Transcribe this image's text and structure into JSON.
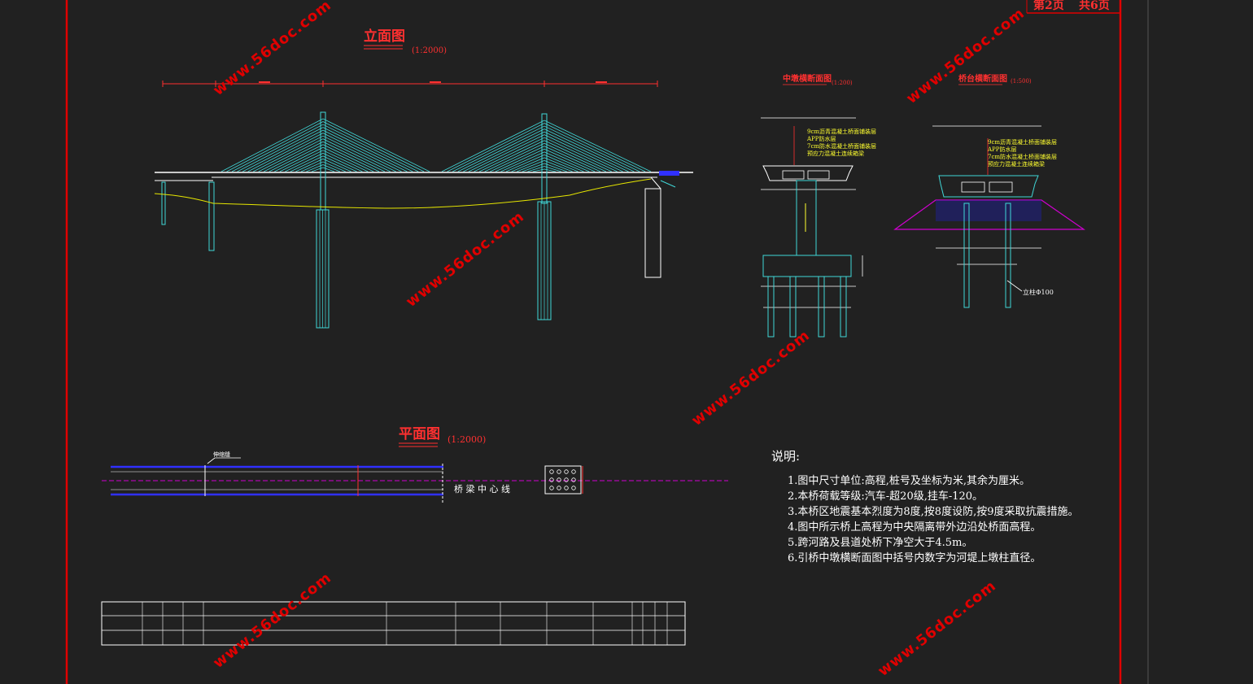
{
  "sheet": {
    "page_label": "第2页",
    "total_label": "共6页",
    "colors": {
      "background": "#212121",
      "frame": "#e00000",
      "cable": "#40d8d8",
      "deck": "#ffffff",
      "ground": "#e8e800",
      "plan_edge": "#3030ff",
      "centerline": "#d000d0",
      "label_red": "#ff3030",
      "note_yellow": "#ffff30"
    }
  },
  "elevation": {
    "title": "立面图",
    "scale": "(1:2000)"
  },
  "cross_section_mid": {
    "title": "中墩横断面图",
    "scale": "(1:200)",
    "layers": [
      "9cm沥青混凝土桥面铺装层",
      "APP防水层",
      "7cm防水混凝土桥面铺装层",
      "预应力混凝土连续箱梁"
    ]
  },
  "cross_section_abutment": {
    "title": "桥台横断面图",
    "scale": "(1:500)",
    "layers": [
      "9cm沥青混凝土桥面铺装层",
      "APP防水层",
      "7cm防水混凝土桥面铺装层",
      "预应力混凝土连续箱梁"
    ],
    "pile_label": "立柱Φ100"
  },
  "plan": {
    "title": "平面图",
    "scale": "(1:2000)",
    "centerline_label": "桥 梁 中 心 线",
    "small_label": "伸缩缝"
  },
  "notes": {
    "title": "说明:",
    "items": [
      "1.图中尺寸单位:高程,桩号及坐标为米,其余为厘米。",
      "2.本桥荷载等级:汽车-超20级,挂车-120。",
      "3.本桥区地震基本烈度为8度,按8度设防,按9度采取抗震措施。",
      "4.图中所示桥上高程为中央隔离带外边沿处桥面高程。",
      "5.跨河路及县道处桥下净空大于4.5m。",
      "6.引桥中墩横断面图中括号内数字为河堤上墩柱直径。"
    ]
  },
  "watermark": {
    "text": "www.56doc.com"
  }
}
